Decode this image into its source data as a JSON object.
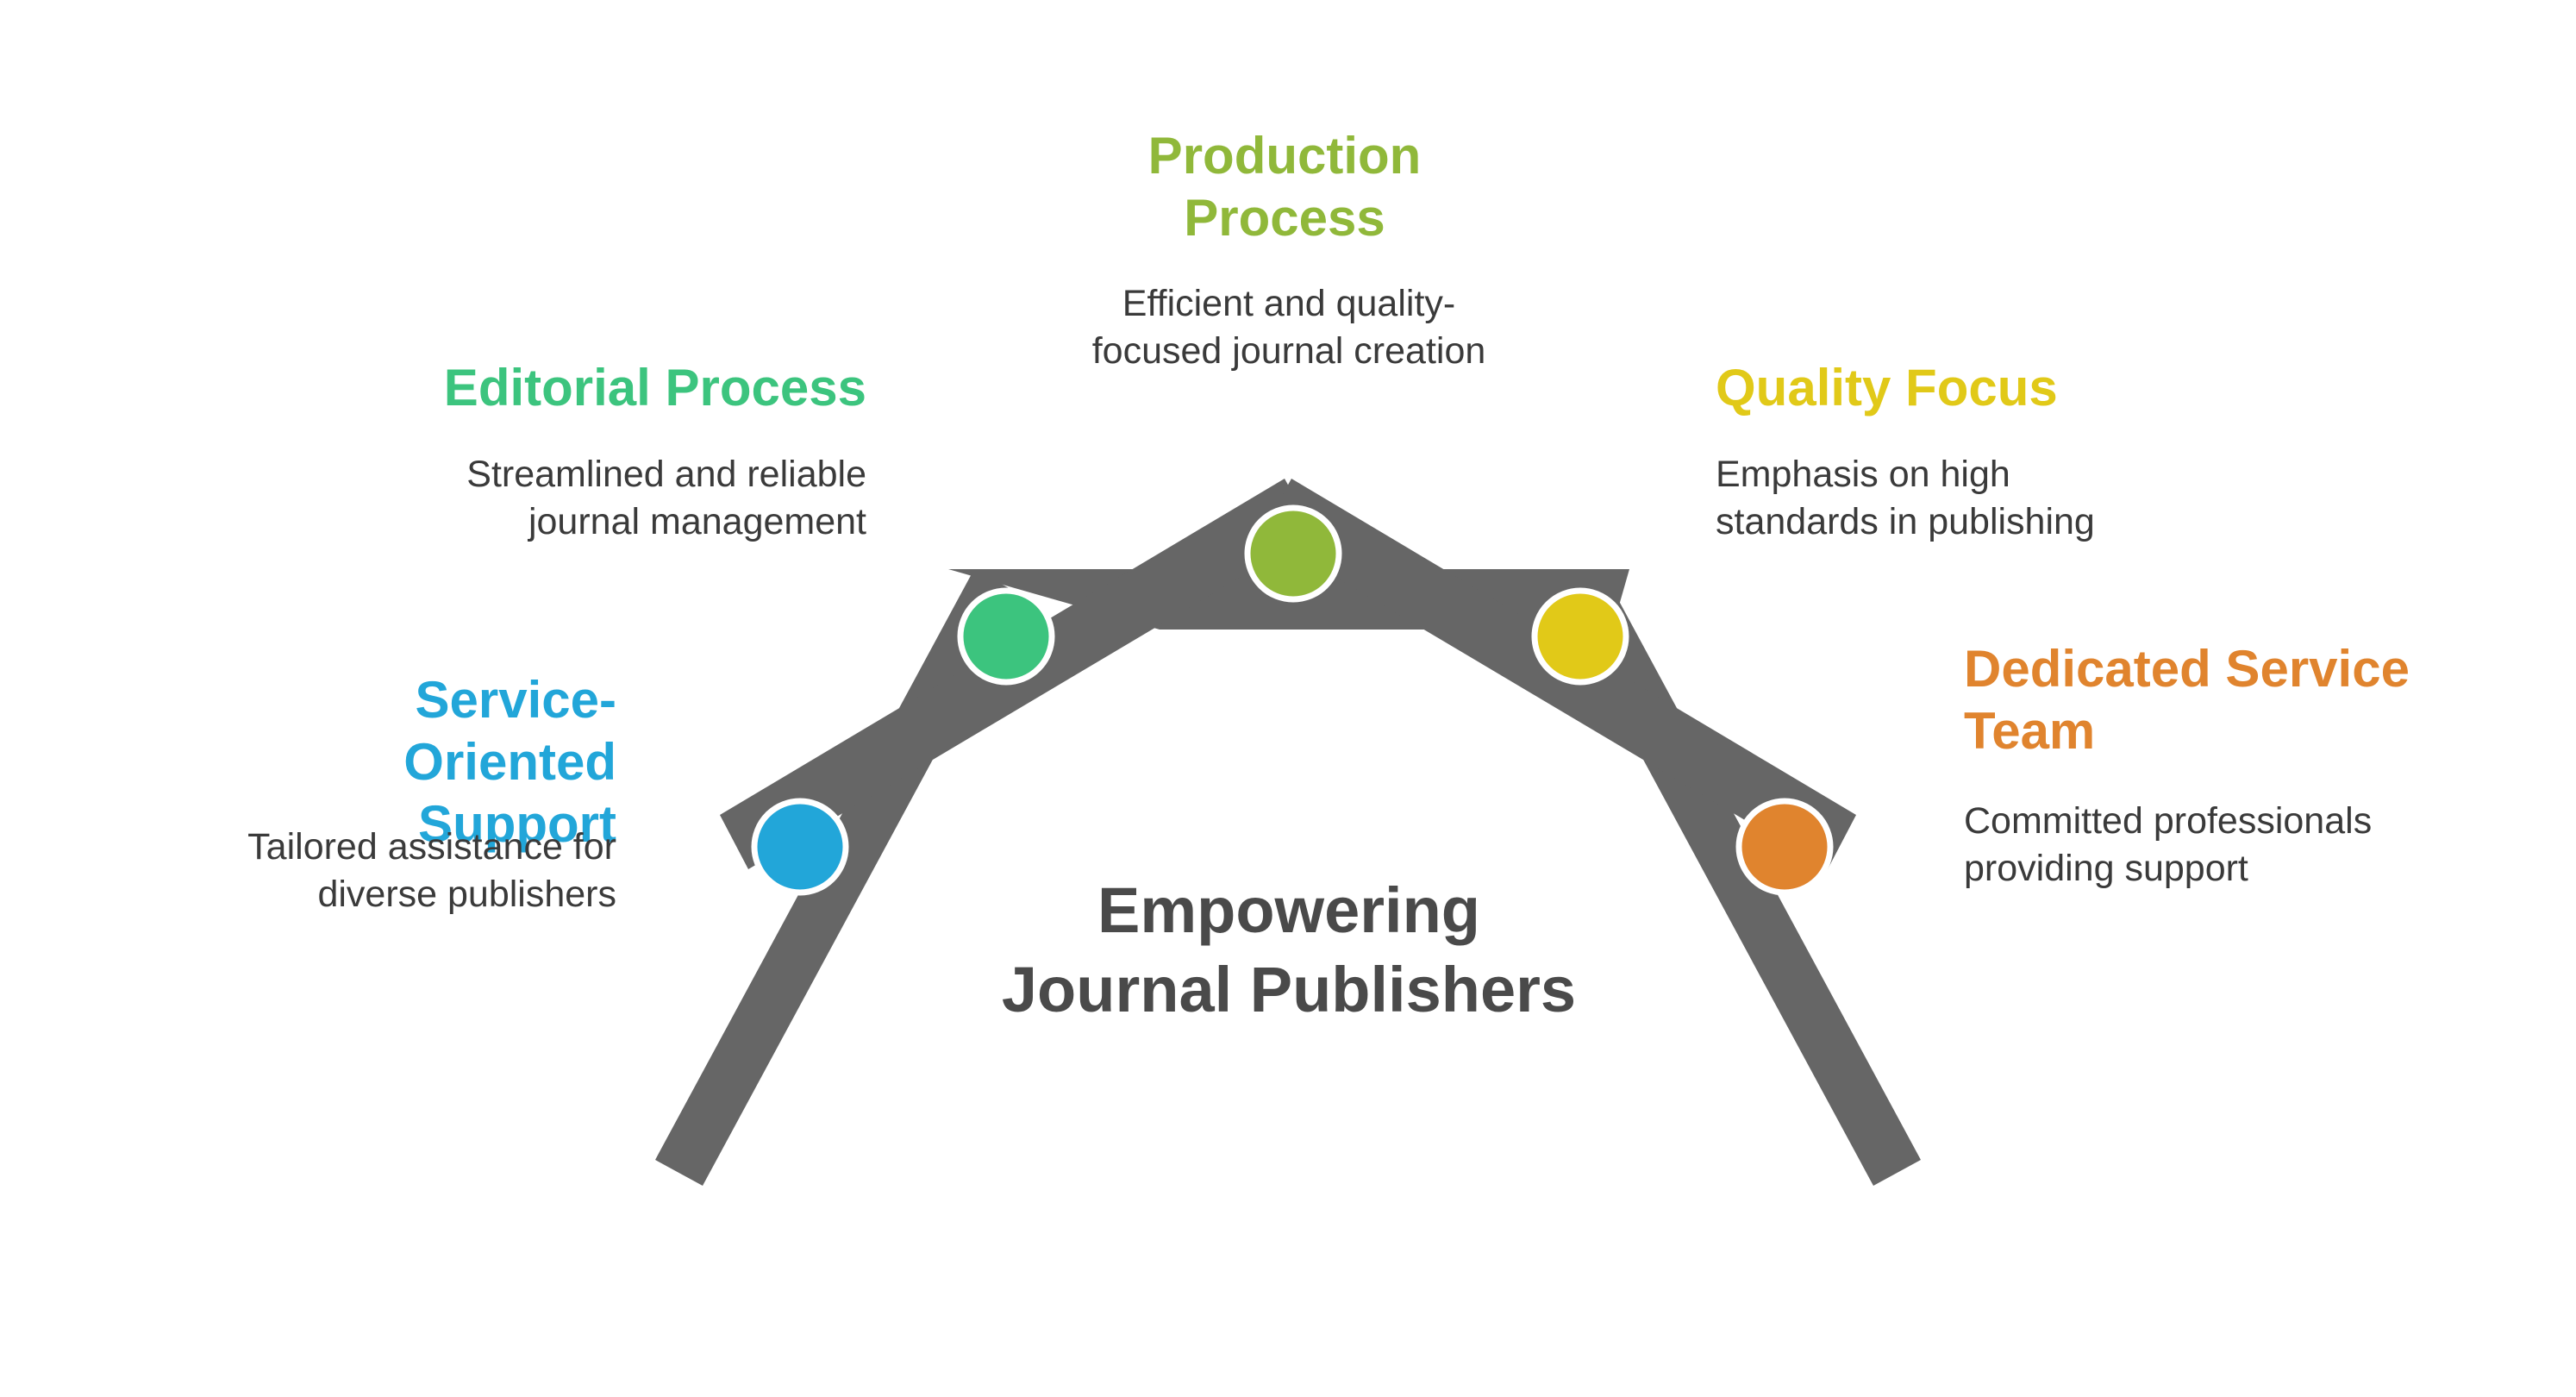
{
  "title": "Empowering Journal Publishers",
  "colors": {
    "structure": "#666666",
    "background": "#ffffff"
  },
  "items": [
    {
      "id": "service",
      "heading": "Service-Oriented Support",
      "description": "Tailored assistance for diverse publishers",
      "color": "#22a6d9",
      "icon": "circle"
    },
    {
      "id": "editorial",
      "heading": "Editorial Process",
      "description": "Streamlined and reliable journal management",
      "color": "#3cc47e",
      "icon": "circle"
    },
    {
      "id": "production",
      "heading": "Production Process",
      "description": "Efficient and quality-focused journal creation",
      "color": "#90b83a",
      "icon": "circle"
    },
    {
      "id": "quality",
      "heading": "Quality Focus",
      "description": "Emphasis on high standards in publishing",
      "color": "#e1c918",
      "icon": "circle"
    },
    {
      "id": "team",
      "heading": "Dedicated Service Team",
      "description": "Committed professionals providing support",
      "color": "#e0842e",
      "icon": "circle"
    }
  ]
}
